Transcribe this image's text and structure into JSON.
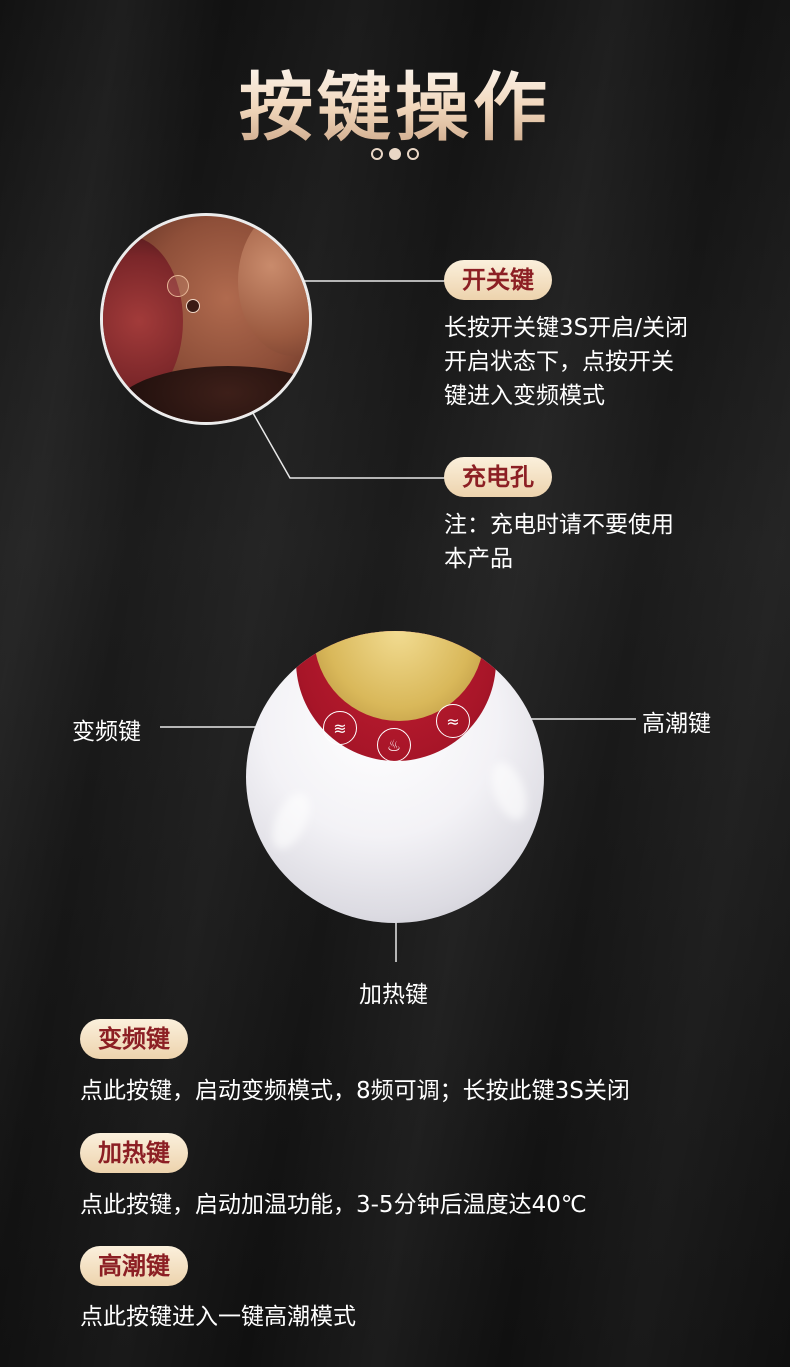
{
  "page": {
    "title": "按键操作"
  },
  "zoom": {
    "power": {
      "label": "开关键",
      "desc_lines": [
        "长按开关键3S开启/关闭",
        "开启状态下，点按开关",
        "键进入变频模式"
      ]
    },
    "charge": {
      "label": "充电孔",
      "desc_lines": [
        "注：充电时请不要使用",
        "本产品"
      ]
    }
  },
  "ball": {
    "left_label": "变频键",
    "right_label": "高潮键",
    "bottom_label": "加热键"
  },
  "legend": [
    {
      "label": "变频键",
      "desc": "点此按键，启动变频模式，8频可调；长按此键3S关闭"
    },
    {
      "label": "加热键",
      "desc": "点此按键，启动加温功能，3-5分钟后温度达40℃"
    },
    {
      "label": "高潮键",
      "desc": "点此按键进入一键高潮模式"
    }
  ],
  "colors": {
    "gold_pill": "#edd3ad",
    "pill_text": "#8c1f24",
    "title": "#f1d7bc"
  }
}
